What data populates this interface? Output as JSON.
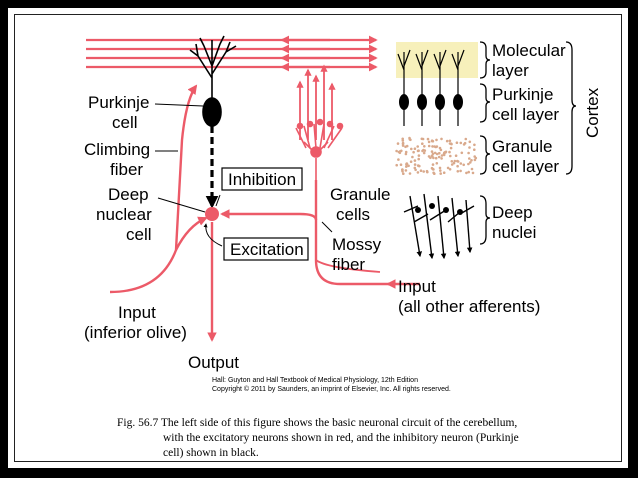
{
  "labels": {
    "purkinje_cell": [
      "Purkinje",
      "cell"
    ],
    "climbing_fiber": [
      "Climbing",
      "fiber"
    ],
    "deep_nuclear_cell": [
      "Deep",
      "nuclear",
      "cell"
    ],
    "inhibition": "Inhibition",
    "excitation": "Excitation",
    "granule_cells": [
      "Granule",
      "cells"
    ],
    "mossy_fiber": [
      "Mossy",
      "fiber"
    ],
    "input_olive": [
      "Input",
      "(inferior olive)"
    ],
    "input_afferents": [
      "Input",
      "(all other afferents)"
    ],
    "output": "Output",
    "molecular_layer": [
      "Molecular",
      "layer"
    ],
    "purkinje_layer": [
      "Purkinje",
      "cell layer"
    ],
    "granule_layer": [
      "Granule",
      "cell layer"
    ],
    "deep_nuclei": [
      "Deep",
      "nuclei"
    ],
    "cortex": "Cortex"
  },
  "credit": [
    "Hall: Guyton and Hall Textbook of Medical Physiology, 12th Edition",
    "Copyright © 2011 by Saunders, an imprint of Elsevier, Inc. All rights reserved."
  ],
  "caption": [
    "Fig. 56.7   The left side of this figure shows the basic  neuronal circuit of the cerebellum,",
    "with the excitatory neurons shown in red, and the inhibitory neuron (Purkinje",
    "cell) shown in black."
  ],
  "colors": {
    "excitatory": "#ec5a68",
    "inhibitory": "#000000",
    "molecular_fill": "#f7f0bb",
    "granule_dots": "#d9a98c"
  }
}
